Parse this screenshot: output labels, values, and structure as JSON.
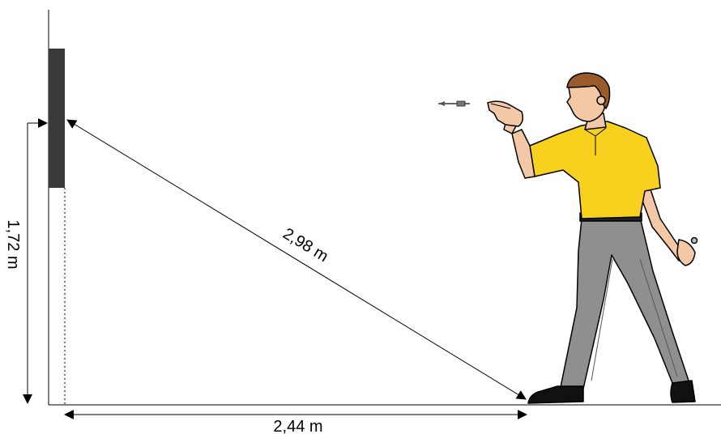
{
  "labels": {
    "height": "1,72 m",
    "diagonal": "2,98 m",
    "floor_distance": "2,44 m"
  },
  "colors": {
    "board": "#3a3a3a",
    "shirt": "#f7d11e",
    "pants": "#8f8f8f",
    "skin": "#f2c8a6",
    "hair": "#9a5a2a",
    "line": "#000000"
  }
}
